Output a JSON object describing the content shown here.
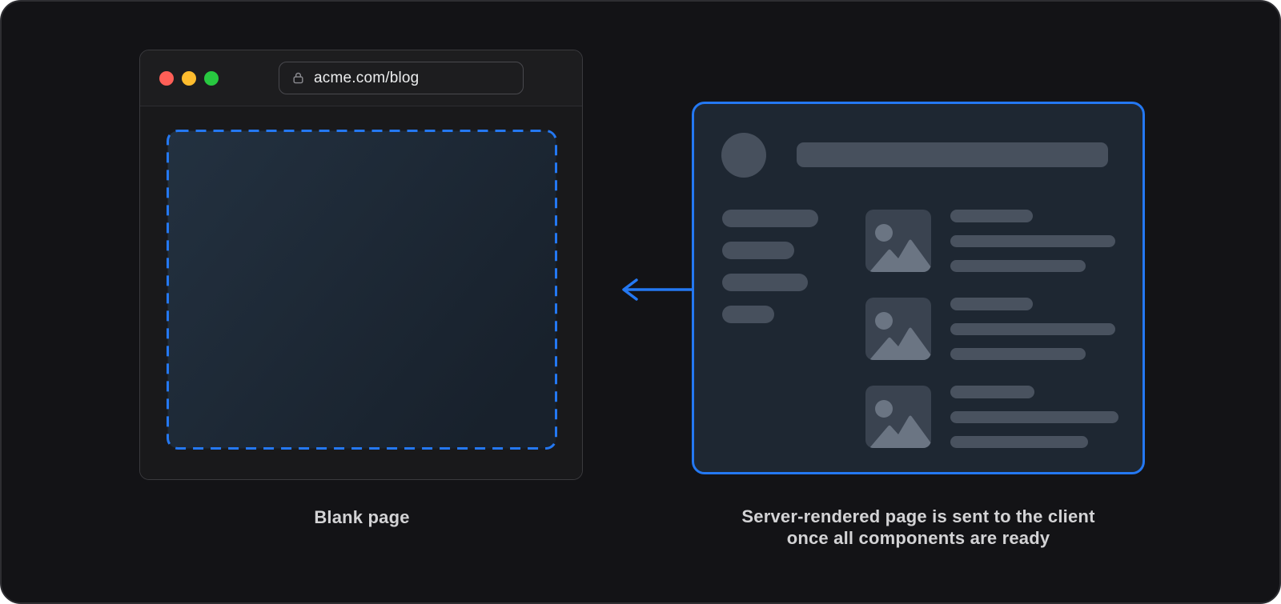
{
  "diagram": {
    "left_caption": "Blank page",
    "right_caption_line1": "Server-rendered page is sent to the client",
    "right_caption_line2": "once all components are ready"
  },
  "browser": {
    "url": "acme.com/blog",
    "traffic_lights": [
      "close",
      "minimize",
      "zoom"
    ]
  },
  "server_card": {
    "skeleton": {
      "sidebar_bar_widths": [
        120,
        90,
        107,
        65
      ],
      "articles": [
        {
          "icon": "image-placeholder-icon",
          "line_widths": [
            103,
            206,
            169
          ]
        },
        {
          "icon": "image-placeholder-icon",
          "line_widths": [
            103,
            206,
            169
          ]
        },
        {
          "icon": "image-placeholder-icon",
          "line_widths": [
            105,
            210,
            172
          ]
        }
      ]
    }
  },
  "colors": {
    "accent": "#2478f2",
    "skeleton": "#47505d",
    "skeleton_icon_bg": "#3a4350",
    "skeleton_icon_fg": "#6b7583",
    "traffic_red": "#ff5f57",
    "traffic_yellow": "#febc2e",
    "traffic_green": "#28c840"
  }
}
